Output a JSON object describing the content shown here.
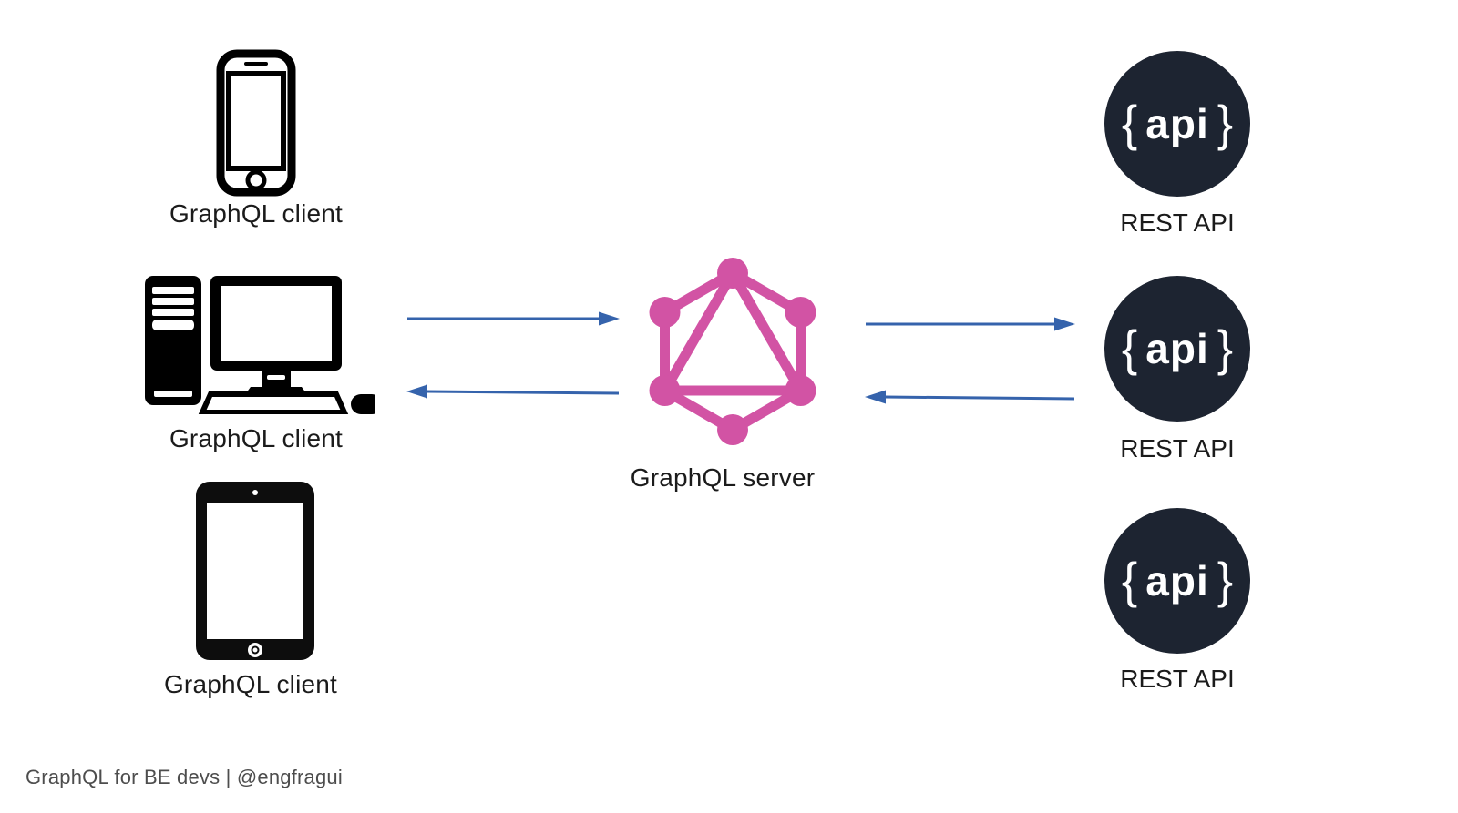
{
  "clients": [
    {
      "label": "GraphQL client",
      "device": "smartphone"
    },
    {
      "label": "GraphQL client",
      "device": "desktop-computer"
    },
    {
      "label": "GraphQL client",
      "device": "tablet"
    }
  ],
  "server": {
    "label": "GraphQL server"
  },
  "apis": [
    {
      "label": "REST API",
      "badge": {
        "open": "{",
        "word": "api",
        "close": "}"
      }
    },
    {
      "label": "REST API",
      "badge": {
        "open": "{",
        "word": "api",
        "close": "}"
      }
    },
    {
      "label": "REST API",
      "badge": {
        "open": "{",
        "word": "api",
        "close": "}"
      }
    }
  ],
  "credit": "GraphQL for BE devs | @engfragui",
  "colors": {
    "background": "#ffffff",
    "graphql_pink": "#d253a4",
    "api_circle": "#1d2431",
    "arrow_blue": "#3563ac",
    "label_text": "#1b1b1b",
    "credit_text": "#4d4d4d"
  }
}
